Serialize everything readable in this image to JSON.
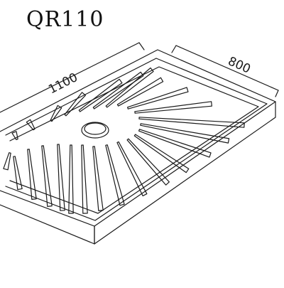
{
  "title": "QR110",
  "dimensions": {
    "length": "1100",
    "width": "800"
  },
  "colors": {
    "line": "#1a1a1a",
    "background": "#ffffff"
  }
}
